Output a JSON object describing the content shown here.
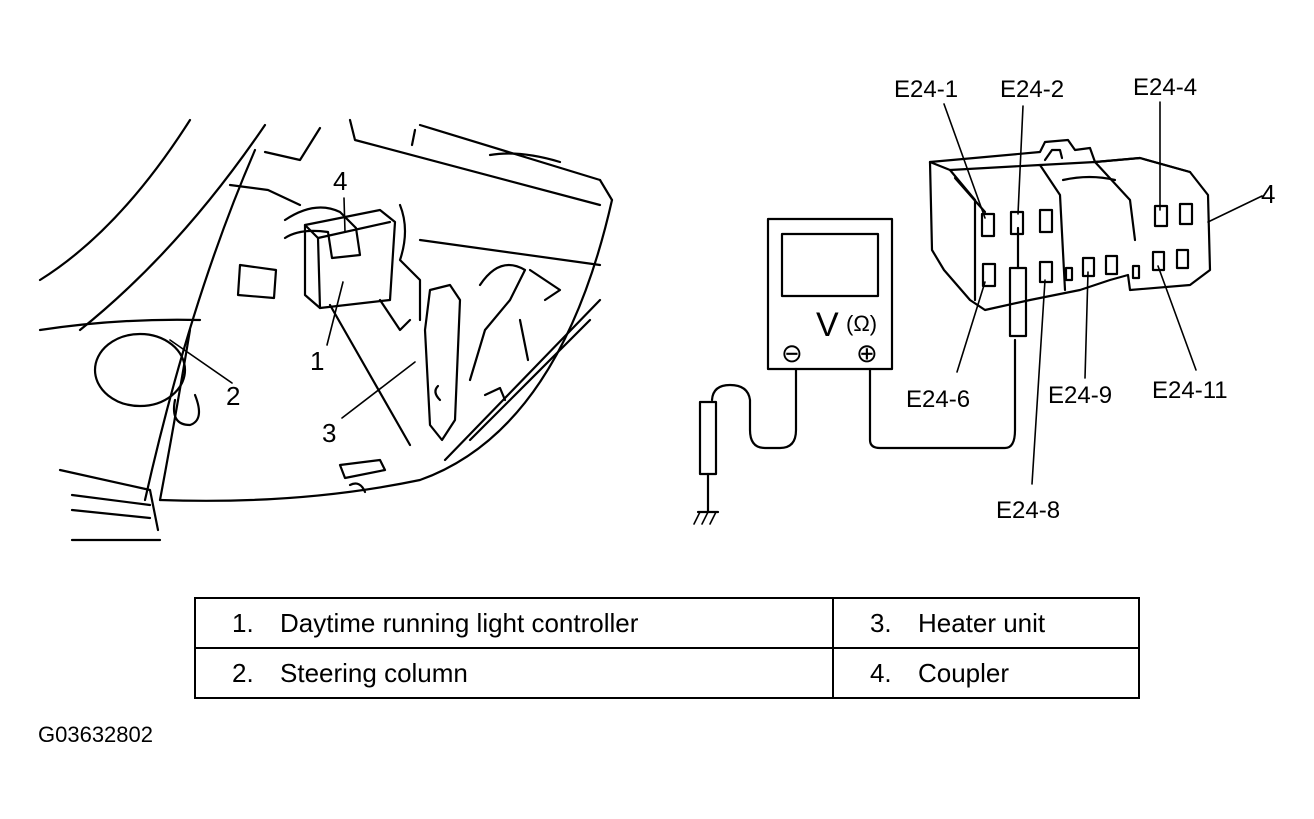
{
  "callouts": {
    "c1": "1",
    "c2": "2",
    "c3": "3",
    "c4_left": "4",
    "c4_right": "4"
  },
  "terminals": {
    "e24_1": "E24-1",
    "e24_2": "E24-2",
    "e24_4": "E24-4",
    "e24_6": "E24-6",
    "e24_8": "E24-8",
    "e24_9": "E24-9",
    "e24_11": "E24-11"
  },
  "meter": {
    "unit": "V",
    "unit_alt": "(Ω)",
    "minus": "⊖",
    "plus": "⊕"
  },
  "legend": {
    "rows": [
      [
        {
          "num": "1.",
          "text": "Daytime running light controller"
        },
        {
          "num": "3.",
          "text": "Heater unit"
        }
      ],
      [
        {
          "num": "2.",
          "text": "Steering column"
        },
        {
          "num": "4.",
          "text": "Coupler"
        }
      ]
    ]
  },
  "figure_id": "G03632802"
}
